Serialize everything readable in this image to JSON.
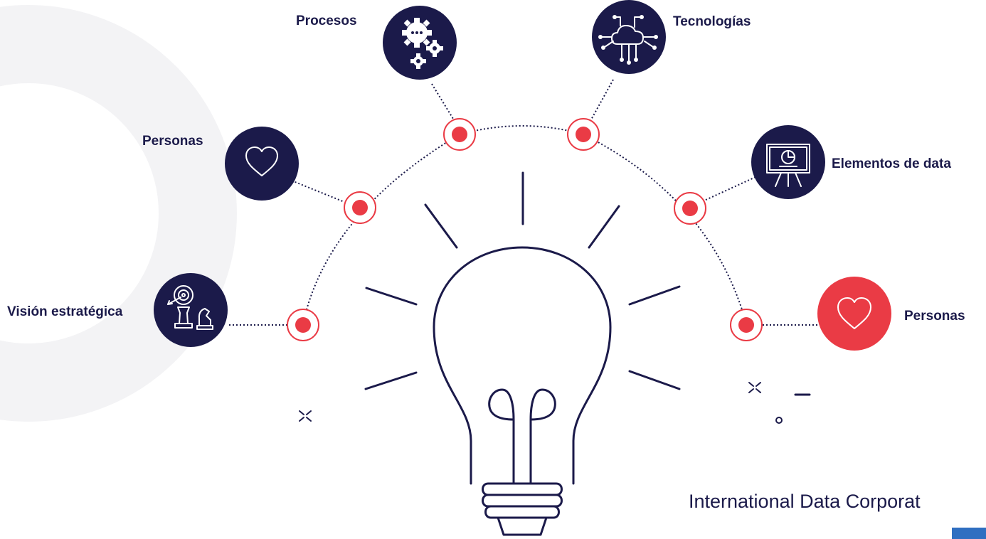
{
  "diagram": {
    "nodes": [
      {
        "label": "Visión estratégica",
        "icon": "chess-target-icon"
      },
      {
        "label": "Personas",
        "icon": "heart-icon"
      },
      {
        "label": "Procesos",
        "icon": "gears-icon"
      },
      {
        "label": "Tecnologías",
        "icon": "cloud-circuit-icon"
      },
      {
        "label": "Elementos de data",
        "icon": "presentation-board-icon"
      },
      {
        "label": "Personas",
        "icon": "heart-icon",
        "highlight": true
      }
    ],
    "center_icon": "lightbulb-icon"
  },
  "footer": {
    "organization": "International Data Corporat"
  },
  "colors": {
    "navy": "#1b1a4a",
    "accent_red": "#ea3b45",
    "bg_circle": "#f3f3f5",
    "blue_bar": "#2f6fc1"
  }
}
